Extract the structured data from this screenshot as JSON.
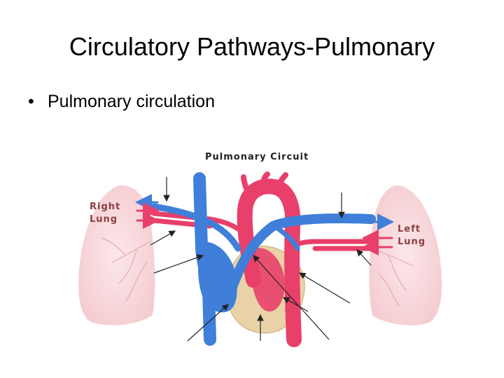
{
  "slide": {
    "title": "Circulatory Pathways-Pulmonary",
    "bullet_marker": "•",
    "bullet_text": "Pulmonary circulation"
  },
  "diagram": {
    "title": "Pulmonary Circuit",
    "right_lung_label": "Right\nLung",
    "left_lung_label": "Left\nLung"
  },
  "colors": {
    "oxygenated": "#e8406a",
    "deoxygenated": "#3f7fd9",
    "lung": "#f6cfd3",
    "pericardium": "#e9d2a8",
    "label": "#8a4040"
  }
}
